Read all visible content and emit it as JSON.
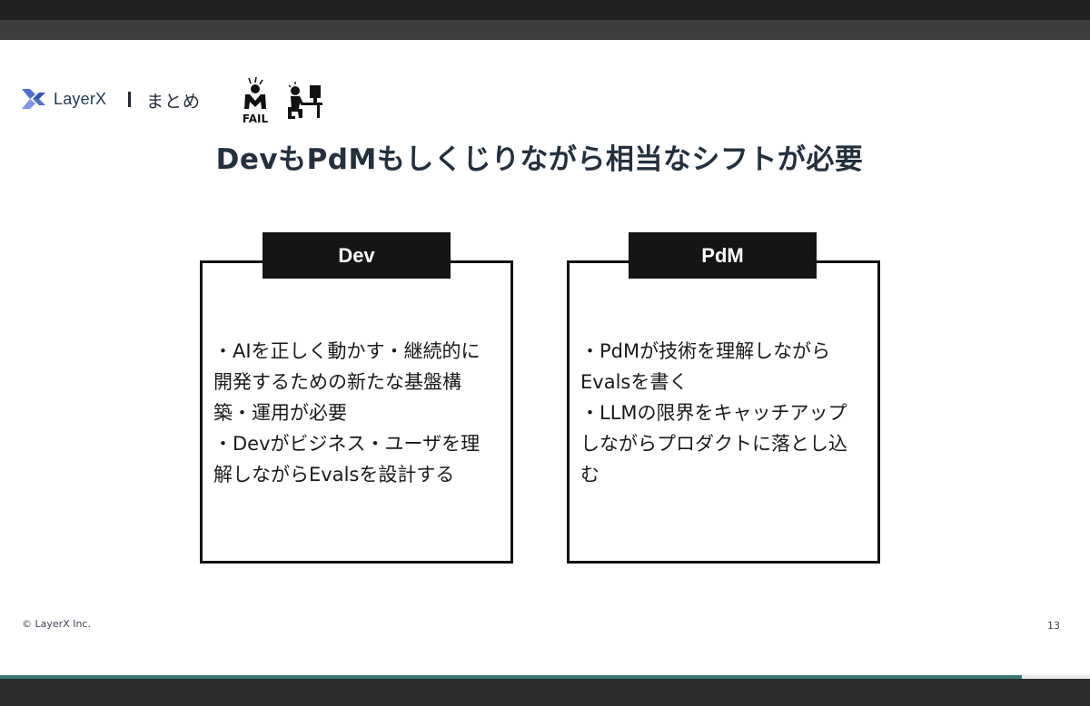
{
  "header": {
    "brand": "LayerX",
    "section": "まとめ",
    "fail_icon_text": "FAIL"
  },
  "slide": {
    "title": "DevもPdMもしくじりながら相当なシフトが必要",
    "cards": [
      {
        "label": "Dev",
        "body": "・AIを正しく動かす・継続的に\n開発するための新たな基盤構\n築・運用が必要\n・Devがビジネス・ユーザを理\n解しながらEvalsを設計する"
      },
      {
        "label": "PdM",
        "body": "・PdMが技術を理解しながら\nEvalsを書く\n・LLMの限界をキャッチアップ\nしながらプロダクトに落とし込\nむ"
      }
    ]
  },
  "footer": {
    "copyright": "© LayerX Inc.",
    "page_number": "13"
  },
  "colors": {
    "brand_navy": "#1f3a57",
    "logo_blue": "#4a6fd6",
    "accent_teal": "#3e7a77",
    "tab_black": "#151515"
  }
}
